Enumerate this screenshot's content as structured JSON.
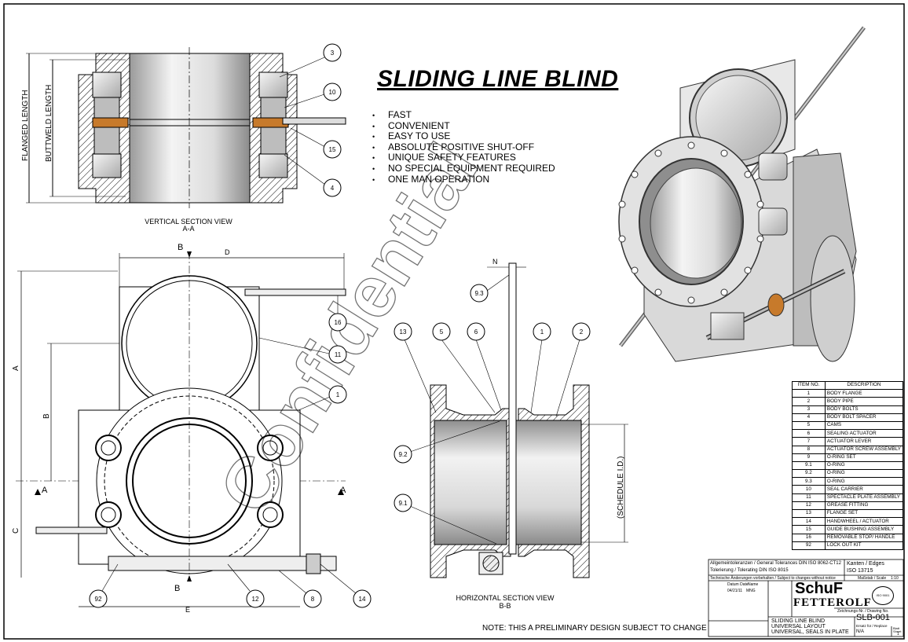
{
  "title": "SLIDING LINE BLIND",
  "features": [
    "FAST",
    "CONVENIENT",
    "EASY TO USE",
    "ABSOLUTE POSITIVE SHUT-OFF",
    "UNIQUE SAFETY FEATURES",
    "NO SPECIAL EQUIPMENT REQUIRED",
    "ONE MAN OPERATION"
  ],
  "views": {
    "vertical_caption_1": "VERTICAL SECTION VIEW",
    "vertical_caption_2": "A-A",
    "horizontal_caption_1": "HORIZONTAL SECTION VIEW",
    "horizontal_caption_2": "B-B"
  },
  "dimensions": {
    "flanged_length": "FLANGED LENGTH",
    "buttweld_length": "BUTTWELD LENGTH",
    "schedule_id": "(SCHEDULE I.D.)",
    "A": "A",
    "B": "B",
    "C": "C",
    "D": "D",
    "E": "E",
    "N": "N"
  },
  "balloons": {
    "b3": "3",
    "b10": "10",
    "b15": "15",
    "b4": "4",
    "b16": "16",
    "b11": "11",
    "b1": "1",
    "b92": "92",
    "b12": "12",
    "b8": "8",
    "b14": "14",
    "b93": "9.3",
    "b13": "13",
    "b5": "5",
    "b6": "6",
    "b1h": "1",
    "b2": "2",
    "b92h": "9.2",
    "b91": "9.1"
  },
  "watermark": "Confidential",
  "bom": {
    "header_item": "ITEM NO.",
    "header_desc": "DESCRIPTION",
    "rows": [
      {
        "no": "1",
        "desc": "BODY FLANGE"
      },
      {
        "no": "2",
        "desc": "BODY PIPE"
      },
      {
        "no": "3",
        "desc": "BODY BOLTS"
      },
      {
        "no": "4",
        "desc": "BODY BOLT SPACER"
      },
      {
        "no": "5",
        "desc": "CAMS"
      },
      {
        "no": "6",
        "desc": "SEALING ACTUATOR"
      },
      {
        "no": "7",
        "desc": "ACTUATOR LEVER"
      },
      {
        "no": "8",
        "desc": "ACTUATOR SCREW ASSEMBLY"
      },
      {
        "no": "9",
        "desc": "O-RING SET"
      },
      {
        "no": "9.1",
        "desc": "O-RING"
      },
      {
        "no": "9.2",
        "desc": "O-RING"
      },
      {
        "no": "9.3",
        "desc": "O-RING"
      },
      {
        "no": "10",
        "desc": "SEAL CARRIER"
      },
      {
        "no": "11",
        "desc": "SPECTACLE PLATE ASSEMBLY"
      },
      {
        "no": "12",
        "desc": "GREASE FITTING"
      },
      {
        "no": "13",
        "desc": "FLANGE SET"
      },
      {
        "no": "14",
        "desc": "HANDWHEEL / ACTUATOR"
      },
      {
        "no": "15",
        "desc": "GUIDE BUSHING ASSEMBLY"
      },
      {
        "no": "16",
        "desc": "REMOVABLE STOP/ HANDLE"
      },
      {
        "no": "92",
        "desc": "LOCK OUT KIT"
      }
    ]
  },
  "title_block": {
    "tolerances_1": "Allgemeintoleranzen / General Tolerances DIN ISO 8062-CT12",
    "tolerances_2": "Tolerierung / Tolerating DIN ISO 8015",
    "edges_1": "Kanten / Edges",
    "edges_2": "ISO 13715",
    "changes": "Technische Änderungen vorbehalten / Subject to changes without notice",
    "scale_label": "Maßstab / Scale",
    "scale": "1:10",
    "date_label": "Datum Date",
    "name_label": "Name",
    "date_value": "04/21/11",
    "name_value": "MNG",
    "drawing_no_label": "Zeichnungs-Nr. / Drawing No.",
    "drawing_no": "SLB-001",
    "desc_1": "SLIDING LINE BLIND",
    "desc_2": "UNIVERSAL LAYOUT",
    "desc_3": "UNIVERSAL, SEALS IN PLATE",
    "replace_label": "Ersatz für / Replace",
    "replace_value": "N/A",
    "sheet_label": "Blatt Sheet",
    "sheet_value": "1",
    "logo_1": "SchuF",
    "logo_2": "FETTEROLF",
    "iso_badge": "ISO 9001"
  },
  "note": "NOTE: THIS A PRELIMINARY DESIGN SUBJECT TO CHANGE"
}
